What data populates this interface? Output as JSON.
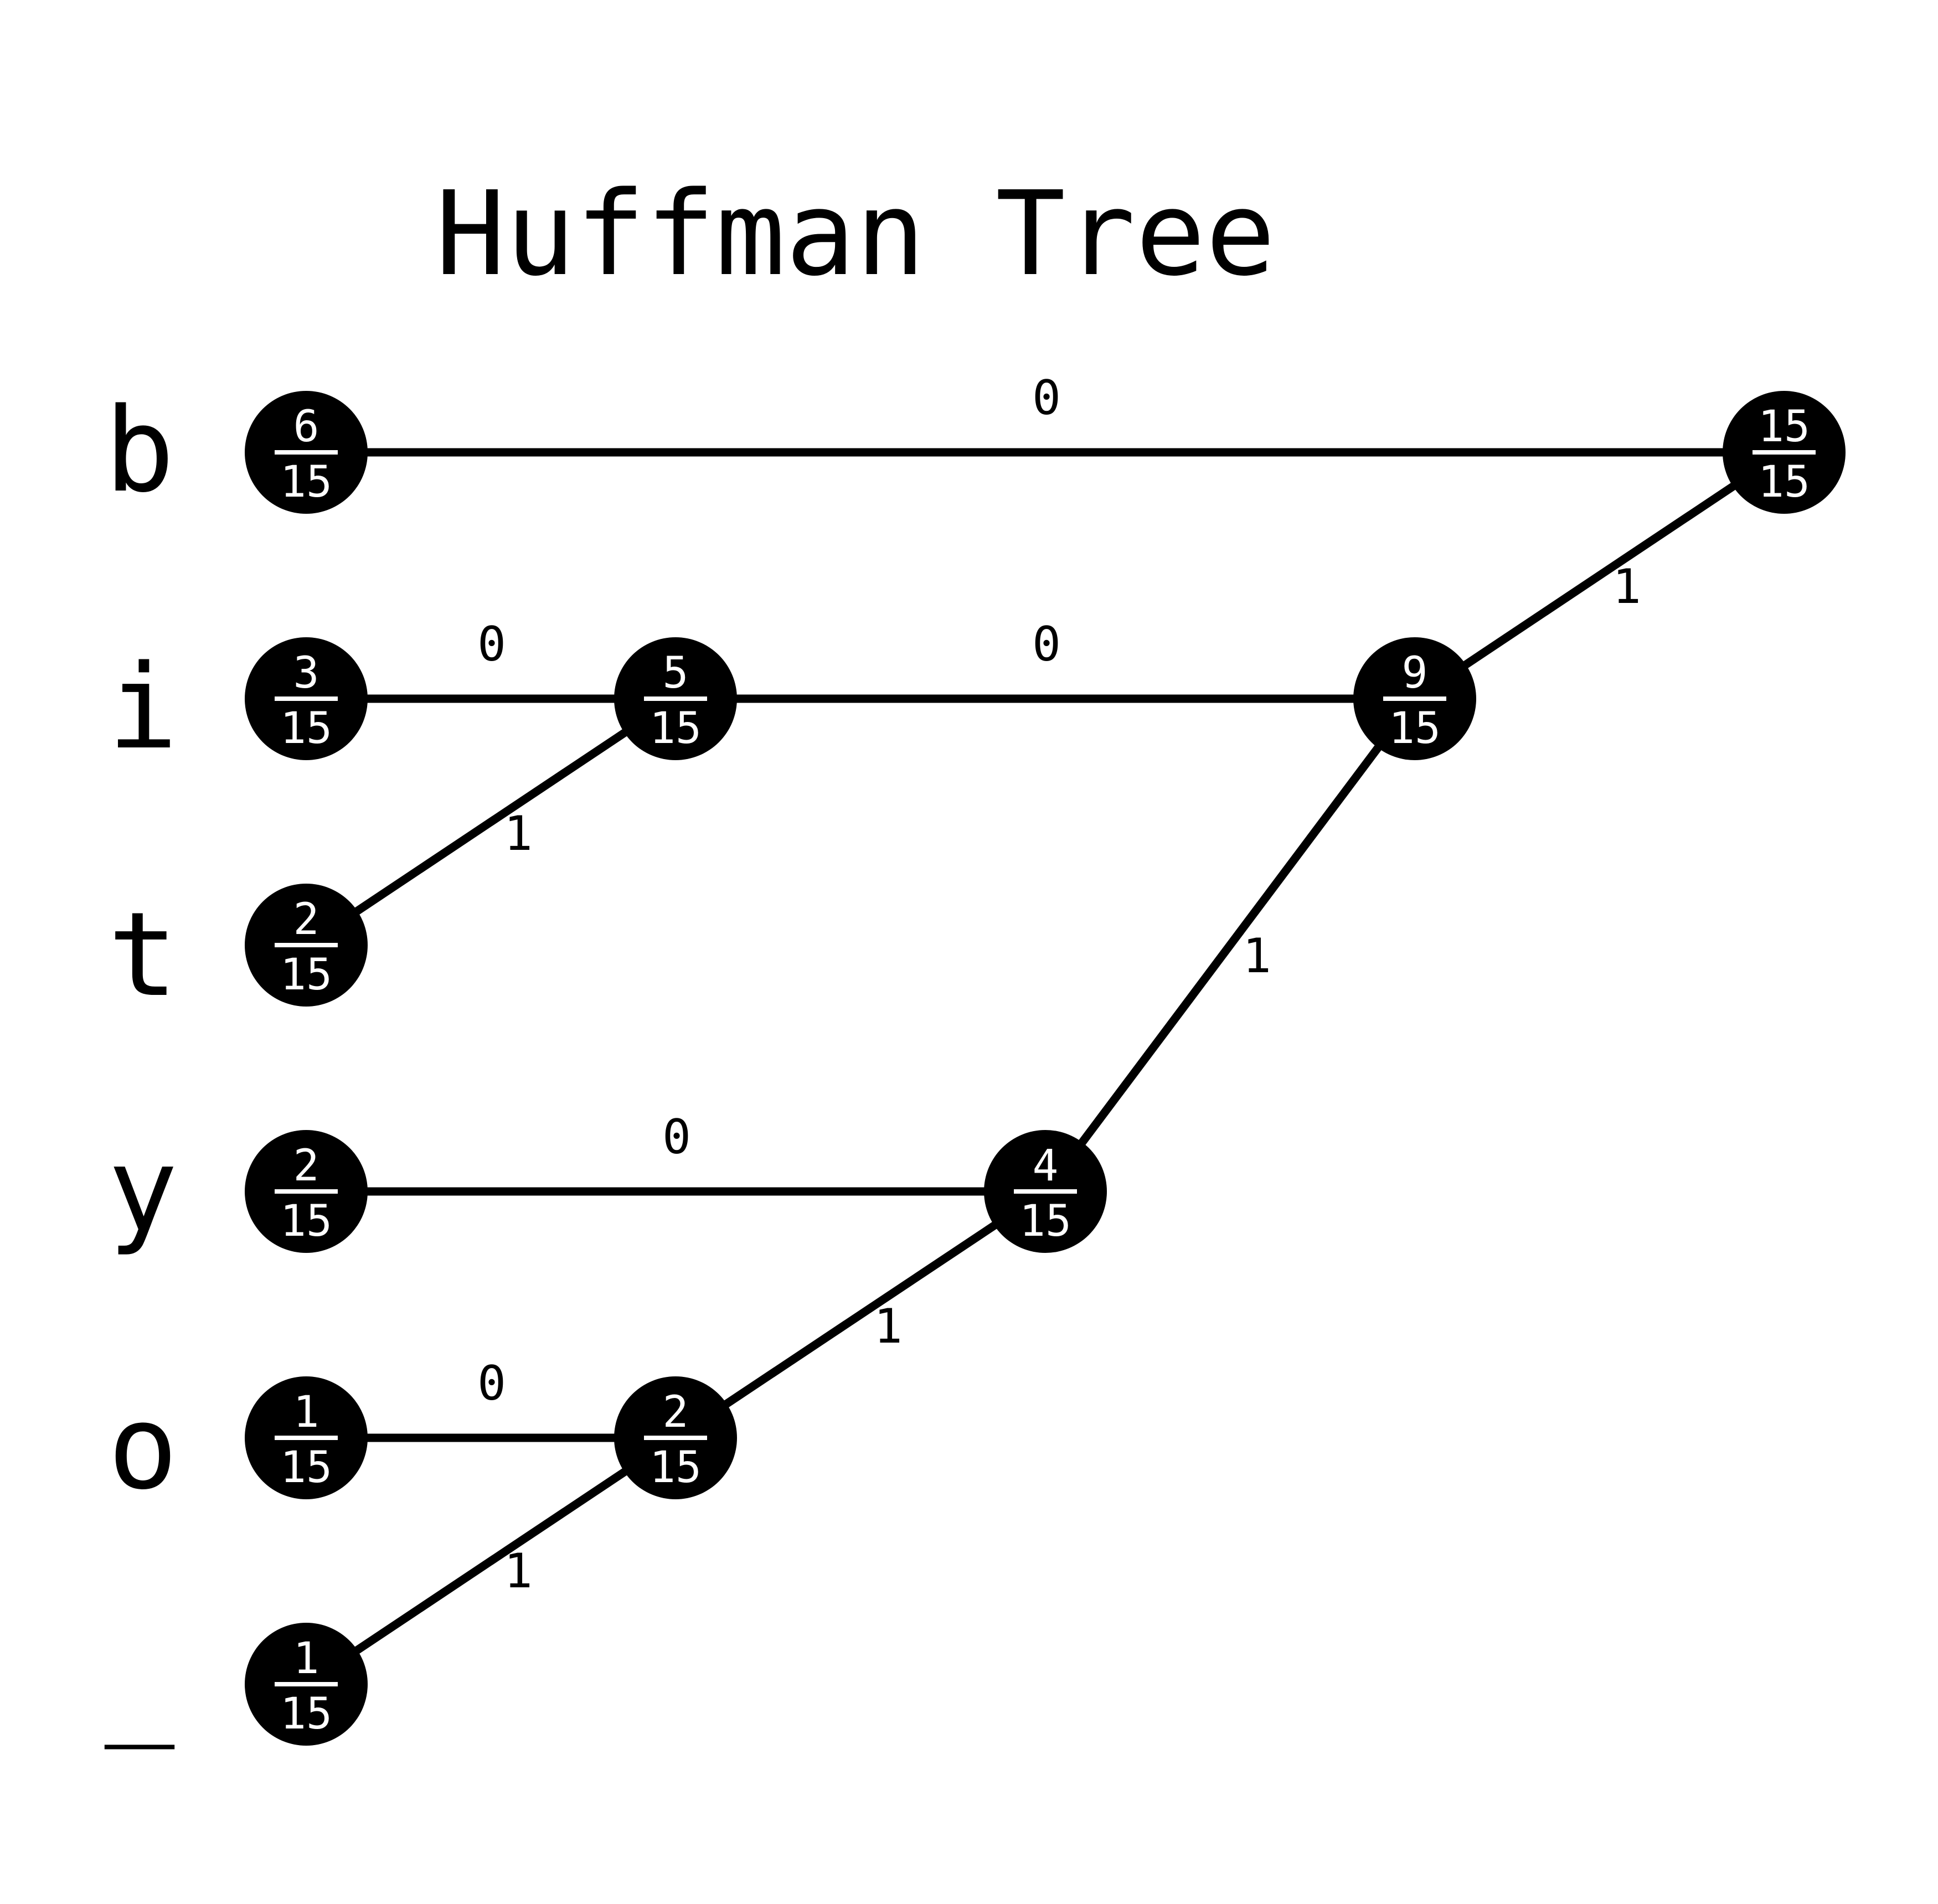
{
  "title": "Huffman Tree",
  "colors": {
    "background": "#ffffff",
    "node_fill": "#000000",
    "node_text": "#ffffff",
    "edge": "#000000"
  },
  "leaves": [
    {
      "id": "n_b",
      "symbol": "b",
      "num": "6",
      "den": "15"
    },
    {
      "id": "n_i",
      "symbol": "i",
      "num": "3",
      "den": "15"
    },
    {
      "id": "n_t",
      "symbol": "t",
      "num": "2",
      "den": "15"
    },
    {
      "id": "n_y",
      "symbol": "y",
      "num": "2",
      "den": "15"
    },
    {
      "id": "n_o",
      "symbol": "o",
      "num": "1",
      "den": "15"
    },
    {
      "id": "n_sp",
      "symbol": "_",
      "num": "1",
      "den": "15"
    }
  ],
  "internal_nodes": [
    {
      "id": "n_it",
      "num": "5",
      "den": "15"
    },
    {
      "id": "n_root",
      "num": "15",
      "den": "15"
    },
    {
      "id": "n_rest",
      "num": "9",
      "den": "15"
    },
    {
      "id": "n_yo",
      "num": "4",
      "den": "15"
    },
    {
      "id": "n_osp",
      "num": "2",
      "den": "15"
    }
  ],
  "edges": [
    {
      "from": "n_b",
      "to": "n_root",
      "bit": "0"
    },
    {
      "from": "n_rest",
      "to": "n_root",
      "bit": "1"
    },
    {
      "from": "n_i",
      "to": "n_it",
      "bit": "0"
    },
    {
      "from": "n_t",
      "to": "n_it",
      "bit": "1"
    },
    {
      "from": "n_it",
      "to": "n_rest",
      "bit": "0"
    },
    {
      "from": "n_yo",
      "to": "n_rest",
      "bit": "1"
    },
    {
      "from": "n_y",
      "to": "n_yo",
      "bit": "0"
    },
    {
      "from": "n_osp",
      "to": "n_yo",
      "bit": "1"
    },
    {
      "from": "n_o",
      "to": "n_osp",
      "bit": "0"
    },
    {
      "from": "n_sp",
      "to": "n_osp",
      "bit": "1"
    }
  ]
}
